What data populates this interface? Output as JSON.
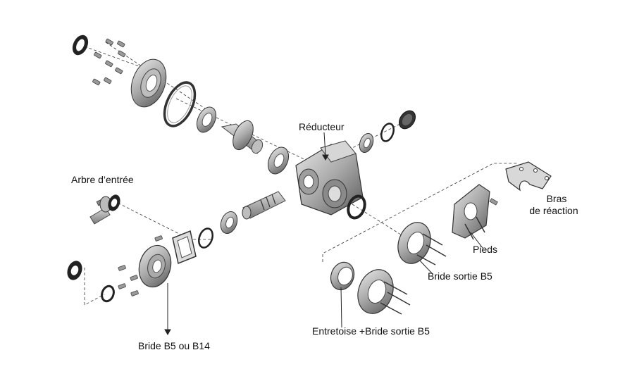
{
  "labels": {
    "reducteur": "Réducteur",
    "arbre_entree": "Arbre d’entrée",
    "bras_line1": "Bras",
    "bras_line2": "de réaction",
    "pieds": "Pieds",
    "bride_sortie_b5": "Bride sortie B5",
    "entretoise_bride": "Entretoise +Bride sortie B5",
    "bride_b5_b14": "Bride B5 ou B14"
  },
  "colors": {
    "part_dark": "#4a4a4a",
    "part_mid": "#8c8c8c",
    "part_light": "#cfcfcf",
    "leader": "#222222"
  }
}
